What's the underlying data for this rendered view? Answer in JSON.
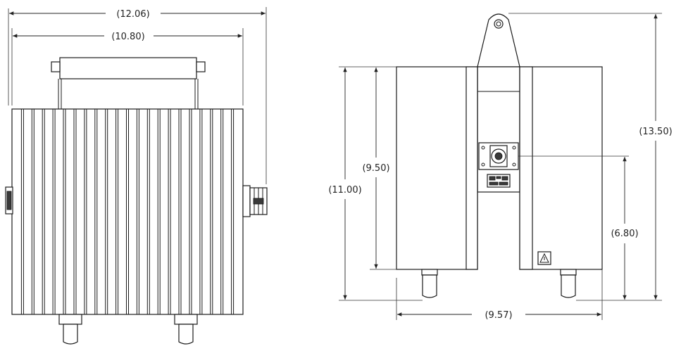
{
  "dimensions": {
    "overall_width_front": "(12.06)",
    "body_width_front": "(10.80)",
    "overall_height_side": "(13.50)",
    "body_height_side": "(11.00)",
    "housing_height_side": "(9.50)",
    "connector_height_side": "(6.80)",
    "overall_depth_side": "(9.57)"
  },
  "colors": {
    "line": "#1a1a1a",
    "background": "#ffffff"
  }
}
